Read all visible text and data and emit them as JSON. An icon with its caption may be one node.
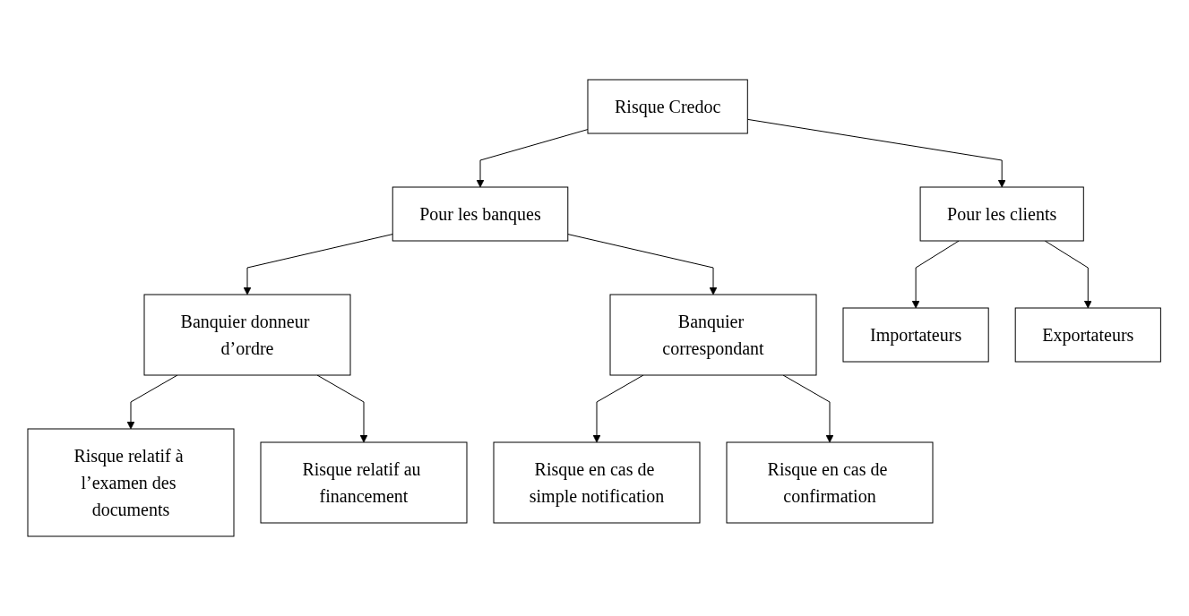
{
  "diagram": {
    "nodes": [
      {
        "text": [
          "Risque Credoc"
        ]
      },
      {
        "text": [
          "Pour les banques"
        ]
      },
      {
        "text": [
          "Pour les clients"
        ]
      },
      {
        "text": [
          "Banquier donneur d’ordre"
        ]
      },
      {
        "text": [
          "Banquier correspondant"
        ]
      },
      {
        "text": [
          "Importateurs"
        ]
      },
      {
        "text": [
          "Exportateurs"
        ]
      },
      {
        "text": [
          "Risque relatif à l’examen des documents"
        ]
      },
      {
        "text": [
          "Risque relatif au financement"
        ]
      },
      {
        "text": [
          "Risque en cas de simple notification"
        ]
      },
      {
        "text": [
          "Risque en cas de confirmation"
        ]
      }
    ],
    "edges": [
      {
        "from": 0,
        "to": 1,
        "arrow": "to"
      },
      {
        "from": 0,
        "to": 2,
        "arrow": "to"
      },
      {
        "from": 1,
        "to": 3,
        "arrow": "to"
      },
      {
        "from": 1,
        "to": 4,
        "arrow": "to"
      },
      {
        "from": 2,
        "to": 5,
        "arrow": "to"
      },
      {
        "from": 2,
        "to": 6,
        "arrow": "to"
      },
      {
        "from": 3,
        "to": 7,
        "arrow": "to"
      },
      {
        "from": 3,
        "to": 8,
        "arrow": "to"
      },
      {
        "from": 4,
        "to": 9,
        "arrow": "to"
      },
      {
        "from": 4,
        "to": 10,
        "arrow": "to"
      }
    ]
  }
}
